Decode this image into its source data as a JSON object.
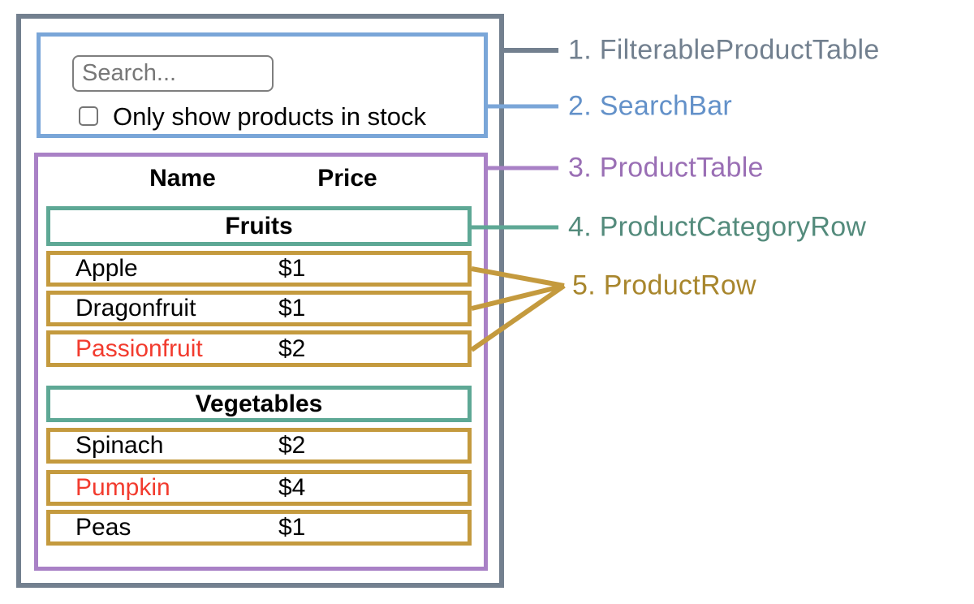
{
  "mock": {
    "search": {
      "placeholder": "Search...",
      "checkbox_label": "Only show products in stock"
    },
    "headers": {
      "name": "Name",
      "price": "Price"
    },
    "sections": [
      {
        "category": "Fruits",
        "rows": [
          {
            "name": "Apple",
            "price": "$1"
          },
          {
            "name": "Dragonfruit",
            "price": "$1"
          },
          {
            "name": "Passionfruit",
            "price": "$2"
          }
        ]
      },
      {
        "category": "Vegetables",
        "rows": [
          {
            "name": "Spinach",
            "price": "$2"
          },
          {
            "name": "Pumpkin",
            "price": "$4"
          },
          {
            "name": "Peas",
            "price": "$1"
          }
        ]
      }
    ]
  },
  "legend": [
    {
      "label": "1. FilterableProductTable",
      "color": "#72808F"
    },
    {
      "label": "2. SearchBar",
      "color": "#6391C9"
    },
    {
      "label": "3. ProductTable",
      "color": "#9A6FB5"
    },
    {
      "label": "4. ProductCategoryRow",
      "color": "#548B7C"
    },
    {
      "label": "5. ProductRow",
      "color": "#A8862D"
    }
  ],
  "colors": {
    "filterable_product_table_border": "#73808F",
    "search_bar_border": "#7AA6D8",
    "product_table_border": "#A981C6",
    "product_category_row_border": "#5EA895",
    "product_row_border": "#C49A3E",
    "out_of_stock_text": "#F23B2E"
  }
}
